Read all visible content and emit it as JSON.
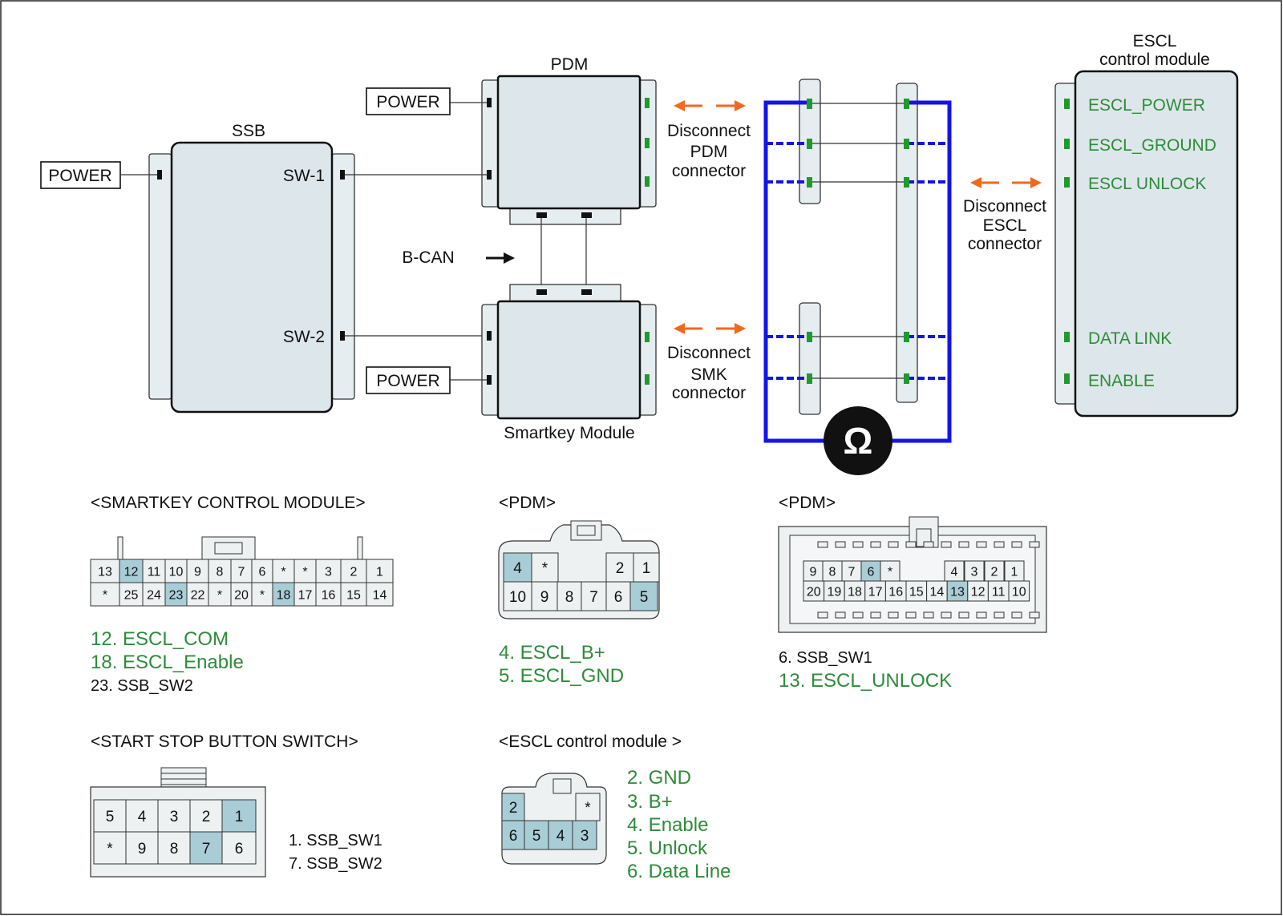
{
  "top": {
    "ssb_title": "SSB",
    "pdm_title": "PDM",
    "smk_title": "Smartkey Module",
    "escl_title_line1": "ESCL",
    "escl_title_line2": "control module",
    "power1": "POWER",
    "power2": "POWER",
    "power3": "POWER",
    "sw1": "SW-1",
    "sw2": "SW-2",
    "bcan": "B-CAN",
    "disconnect_pdm": [
      "Disconnect",
      "PDM",
      "connector"
    ],
    "disconnect_smk": [
      "Disconnect",
      "SMK",
      "connector"
    ],
    "disconnect_escl": [
      "Disconnect",
      "ESCL",
      "connector"
    ],
    "escl_pins": [
      "ESCL_POWER",
      "ESCL_GROUND",
      "ESCL UNLOCK",
      "DATA LINK",
      "ENABLE"
    ],
    "ohm_symbol": "Ω",
    "colors": {
      "accent_green": "#2e8b3a",
      "probe_blue": "#1414e6",
      "arrow_orange": "#f06a1e",
      "highlight": "#a9cdd6"
    }
  },
  "smk_conn": {
    "title": "<SMARTKEY CONTROL MODULE>",
    "row1": [
      "13",
      "12",
      "11",
      "10",
      "9",
      "8",
      "7",
      "6",
      "*",
      "*",
      "3",
      "2",
      "1"
    ],
    "row2": [
      "*",
      "25",
      "24",
      "23",
      "22",
      "*",
      "20",
      "*",
      "18",
      "17",
      "16",
      "15",
      "14"
    ],
    "legend": [
      {
        "text": "12. ESCL_COM",
        "green": true
      },
      {
        "text": "18. ESCL_Enable",
        "green": true
      },
      {
        "text": "23. SSB_SW2",
        "green": false
      }
    ]
  },
  "pdm_conn1": {
    "title": "<PDM>",
    "row1": [
      "4",
      "*",
      "2",
      "1"
    ],
    "row2": [
      "10",
      "9",
      "8",
      "7",
      "6",
      "5"
    ],
    "legend": [
      {
        "text": "4. ESCL_B+",
        "green": true
      },
      {
        "text": "5. ESCL_GND",
        "green": true
      }
    ]
  },
  "pdm_conn2": {
    "title": "<PDM>",
    "row1": [
      "9",
      "8",
      "7",
      "6",
      "*",
      "4",
      "3",
      "2",
      "1"
    ],
    "row2": [
      "20",
      "19",
      "18",
      "17",
      "16",
      "15",
      "14",
      "13",
      "12",
      "11",
      "10"
    ],
    "legend": [
      {
        "text": "6. SSB_SW1",
        "green": false
      },
      {
        "text": "13. ESCL_UNLOCK",
        "green": true
      }
    ]
  },
  "ssb_conn": {
    "title": "<START STOP BUTTON SWITCH>",
    "row1": [
      "5",
      "4",
      "3",
      "2",
      "1"
    ],
    "row2": [
      "*",
      "9",
      "8",
      "7",
      "6"
    ],
    "legend": [
      "1. SSB_SW1",
      "7. SSB_SW2"
    ]
  },
  "escl_conn": {
    "title": "<ESCL control module >",
    "row1": [
      "2",
      "*"
    ],
    "row2": [
      "6",
      "5",
      "4",
      "3"
    ],
    "legend": [
      "2. GND",
      "3. B+",
      "4. Enable",
      "5. Unlock",
      "6. Data Line"
    ]
  }
}
